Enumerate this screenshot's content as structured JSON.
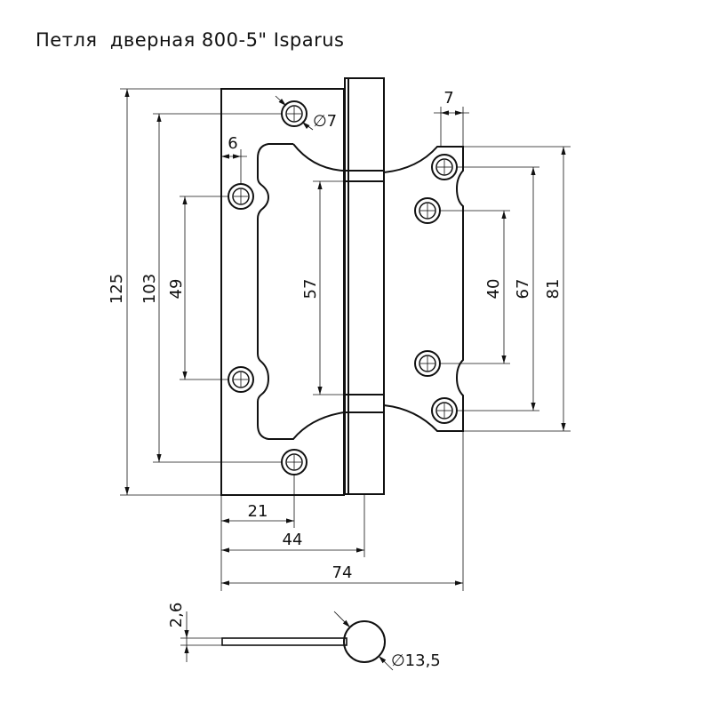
{
  "title": "Петля  дверная 800-5\" Isparus",
  "dimensions": {
    "d7": "7",
    "hole_dia": "∅7",
    "d6": "6",
    "d125": "125",
    "d103": "103",
    "d49": "49",
    "d57": "57",
    "d40": "40",
    "d67": "67",
    "d81": "81",
    "d21": "21",
    "d44": "44",
    "d74": "74",
    "d26": "2,6",
    "knuckle_dia": "∅13,5"
  }
}
